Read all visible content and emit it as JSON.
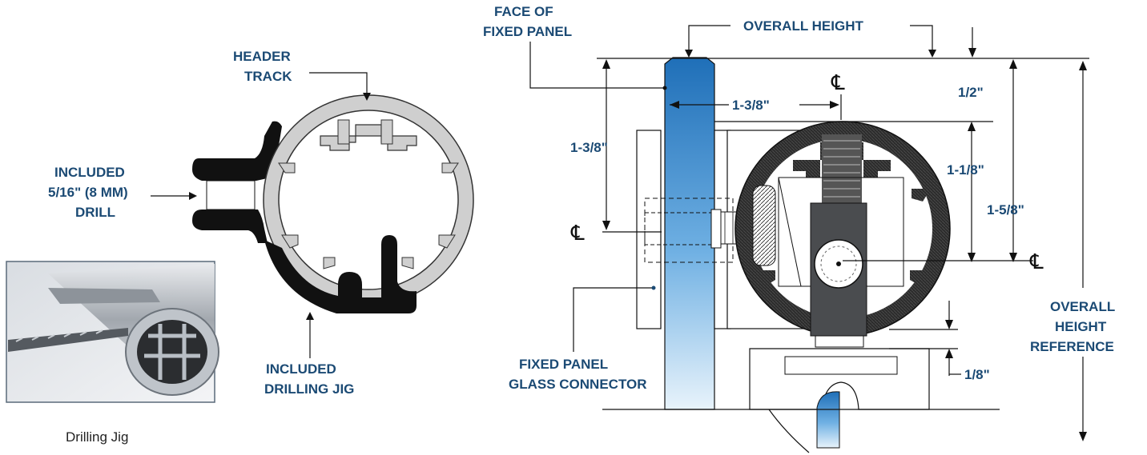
{
  "labels": {
    "header_track_1": "HEADER",
    "header_track_2": "TRACK",
    "drill_1": "INCLUDED",
    "drill_2": "5/16\" (8 MM)",
    "drill_3": "DRILL",
    "jig_1": "INCLUDED",
    "jig_2": "DRILLING JIG",
    "face_1": "FACE OF",
    "face_2": "FIXED PANEL",
    "overall_height": "OVERALL HEIGHT",
    "connector_1": "FIXED PANEL",
    "connector_2": "GLASS CONNECTOR",
    "ohr_1": "OVERALL",
    "ohr_2": "HEIGHT",
    "ohr_3": "REFERENCE"
  },
  "dimensions": {
    "d_1_3_8_horizontal": "1-3/8\"",
    "d_1_3_8_vertical": "1-3/8\"",
    "d_1_2": "1/2\"",
    "d_1_1_8": "1-1/8\"",
    "d_1_5_8": "1-5/8\"",
    "d_1_8": "1/8\""
  },
  "centerline_symbol": "℄",
  "photo": {
    "caption": "Drilling Jig"
  },
  "colors": {
    "label_blue": "#1b4a74",
    "glass_blue": "#2a7fc6",
    "aluminum": "#cfcfcf",
    "jig_black": "#111111"
  }
}
